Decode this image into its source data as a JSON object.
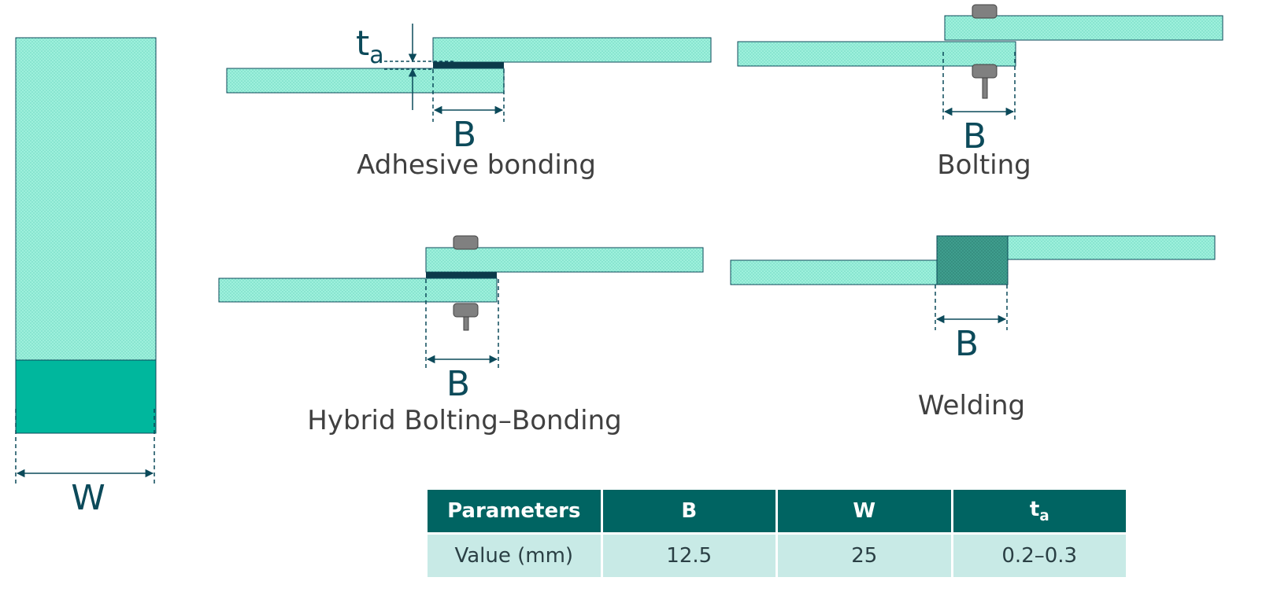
{
  "labels": {
    "W": "W",
    "B": "B",
    "t": "t",
    "a": "a"
  },
  "captions": {
    "adhesive": "Adhesive bonding",
    "bolting": "Bolting",
    "hybrid": "Hybrid Bolting–Bonding",
    "welding": "Welding"
  },
  "table": {
    "headers": [
      "Parameters",
      "B",
      "W",
      "t"
    ],
    "header_sub": "a",
    "values": [
      "Value (mm)",
      "12.5",
      "25",
      "0.2–0.3"
    ]
  },
  "colors": {
    "plate": "#9ef0dc",
    "plate_dark": "#00b79d",
    "adhesive": "#0c3a4a",
    "weld": "#3a9a8a",
    "bolt": "#808080",
    "arrow": "#0c4a5a",
    "header_bg": "#006462",
    "cell_bg": "#c8eae6"
  }
}
